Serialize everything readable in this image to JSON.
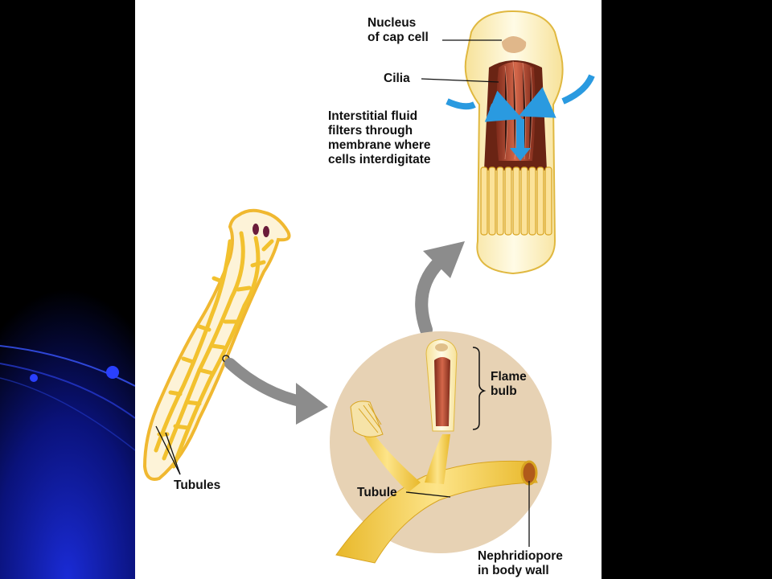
{
  "slide": {
    "background_color": "#000000",
    "figure_background": "#ffffff",
    "accent_blue": "#1a2bd6"
  },
  "diagram": {
    "labels": {
      "nucleus": "Nucleus\nof cap cell",
      "cilia": "Cilia",
      "interstitial": "Interstitial fluid\nfilters through\nmembrane where\ncells interdigitate",
      "flame_bulb": "Flame\nbulb",
      "tubule": "Tubule",
      "tubules": "Tubules",
      "nephridiopore": "Nephridiopore\nin body wall"
    },
    "colors": {
      "body": "#fbe9b4",
      "tubule_yellow": "#f2c12e",
      "circle_bg": "#e7d2b4",
      "cilia": "#b4412a",
      "arrow_gray": "#8c8c8c",
      "flow_arrow_blue": "#2a9ae0"
    }
  }
}
